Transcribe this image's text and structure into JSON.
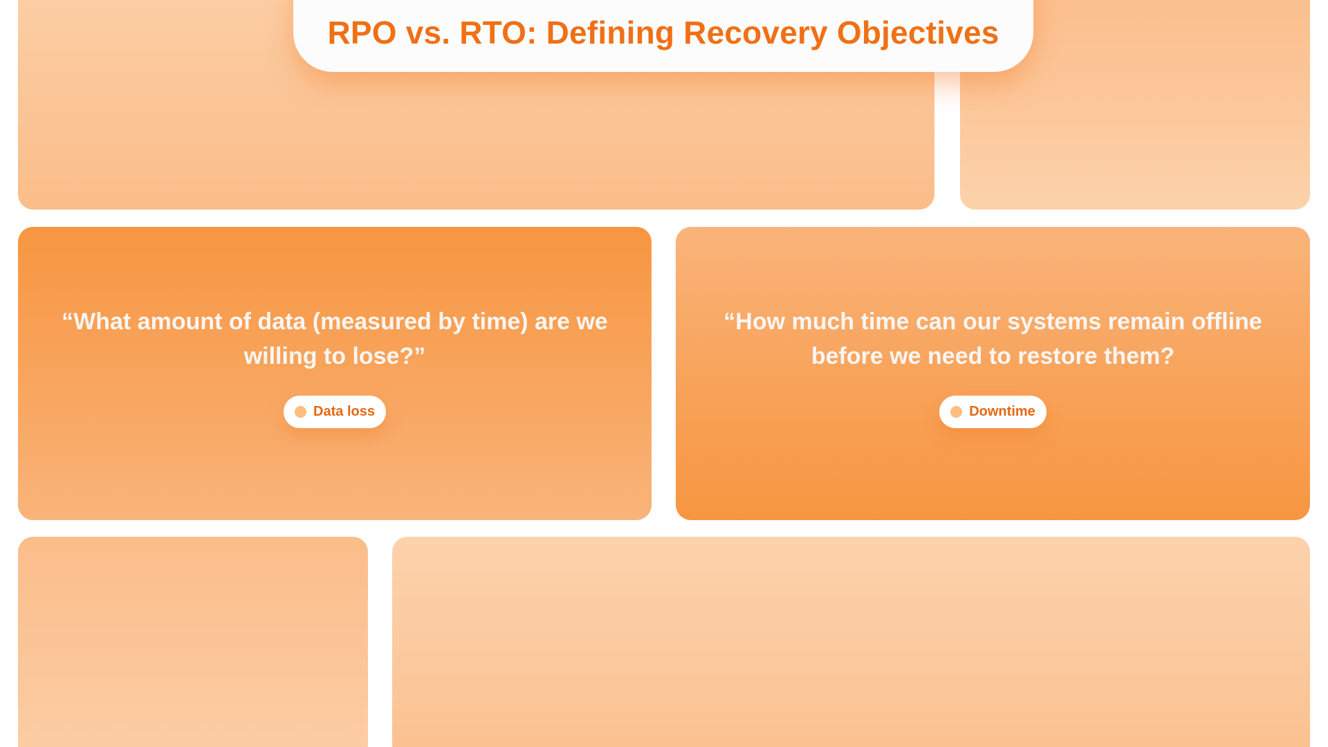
{
  "title": "RPO vs. RTO: Defining Recovery Objectives",
  "cards": {
    "rpo": {
      "quote": "“What amount of data (measured by time) are we willing to lose?”",
      "badge": {
        "label": "Data loss",
        "icon": "dot-icon"
      }
    },
    "rto": {
      "quote": "“How much time can our systems remain offline before we need to restore them?",
      "badge": {
        "label": "Downtime",
        "icon": "dot-icon"
      }
    }
  },
  "colors": {
    "title_text": "#f07016",
    "title_background": "#fcfcfc",
    "card_strong": "#f79641",
    "card_mid": "#f9b47a",
    "card_light": "#fcd0a8",
    "quote_text": "#f8f6f4",
    "badge_text": "#e8660f",
    "badge_dot": "#fdbe82",
    "page_background": "#ffffff"
  }
}
